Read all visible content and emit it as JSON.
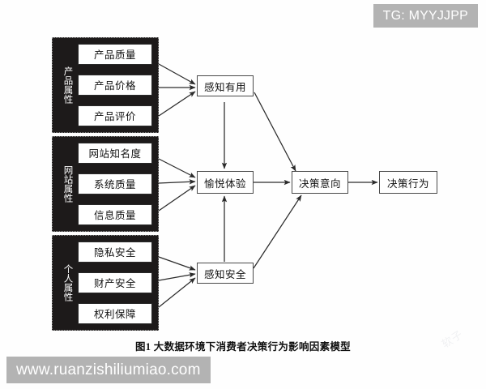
{
  "figure": {
    "caption": "图1  大数据环境下消费者决策行为影响因素模型"
  },
  "groups": [
    {
      "id": "product-attributes",
      "label": "产品属性",
      "items": [
        "产品质量",
        "产品价格",
        "产品评价"
      ]
    },
    {
      "id": "website-attributes",
      "label": "网站属性",
      "items": [
        "网站知名度",
        "系统质量",
        "信息质量"
      ]
    },
    {
      "id": "personal-attributes",
      "label": "个人属性",
      "items": [
        "隐私安全",
        "财产安全",
        "权利保障"
      ]
    }
  ],
  "mediators": [
    {
      "id": "perceived-usefulness",
      "label": "感知有用"
    },
    {
      "id": "pleasant-experience",
      "label": "愉悦体验"
    },
    {
      "id": "perceived-security",
      "label": "感知安全"
    }
  ],
  "outcomes": [
    {
      "id": "decision-intention",
      "label": "决策意向"
    },
    {
      "id": "decision-behavior",
      "label": "决策行为"
    }
  ],
  "watermarks": {
    "top_badge": "TG: MYYJJPP",
    "bottom_url": "www.ruanzishiliumiao.com",
    "ghost": "软子"
  },
  "colors": {
    "panel_fill": "#1d1a1a",
    "panel_border": "#8d8d8d",
    "box_border": "#2a2a2a",
    "node_border": "#4a4a4a",
    "arrow": "#2b2b2b",
    "watermark_bar": "#b3b3b3",
    "page_bg": "#fefefe"
  }
}
